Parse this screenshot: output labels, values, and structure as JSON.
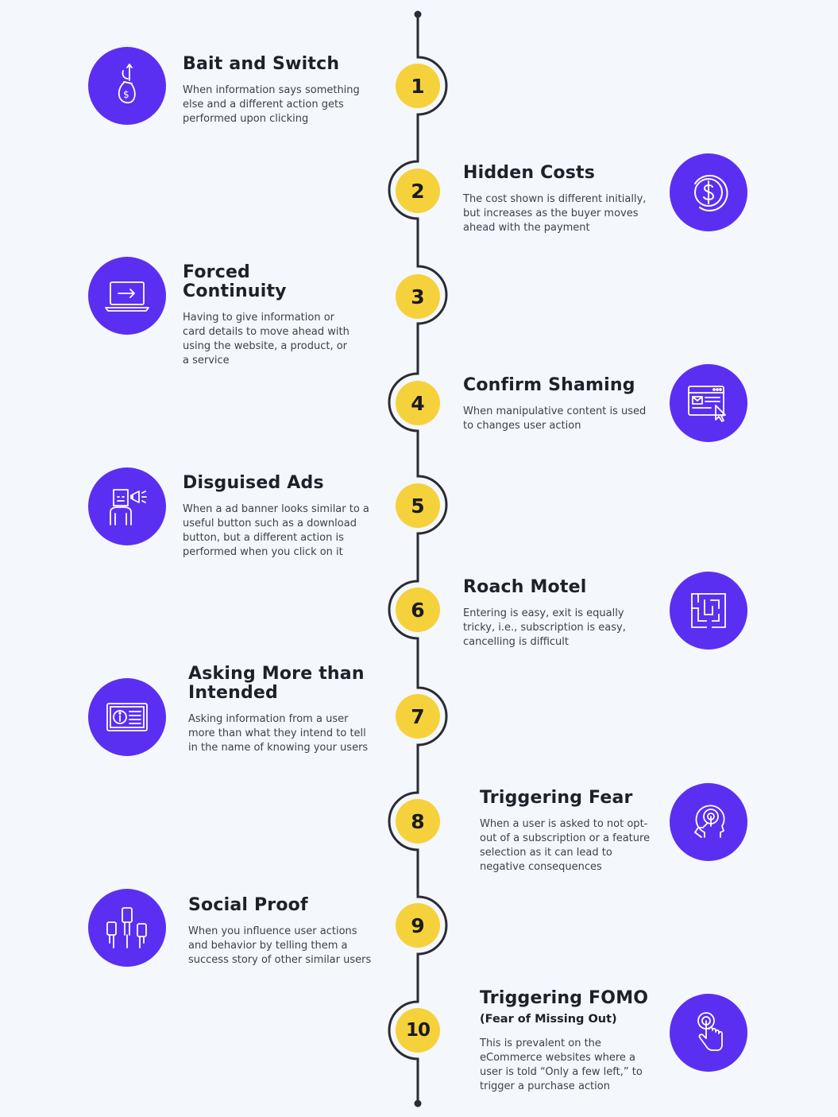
{
  "items": [
    {
      "number": "1",
      "title": "Bait and Switch",
      "description": "When information says something else and a different action gets performed upon clicking",
      "icon": "money-bag-hook-icon"
    },
    {
      "number": "2",
      "title": "Hidden Costs",
      "description": "The cost shown is different initially, but increases as the buyer moves ahead with the payment",
      "icon": "dollar-coin-icon"
    },
    {
      "number": "3",
      "title": "Forced Continuity",
      "description": "Having to give information or card details to move ahead with using the website, a product, or a service",
      "icon": "laptop-arrow-icon"
    },
    {
      "number": "4",
      "title": "Confirm Shaming",
      "description": "When manipulative content is used to changes user action",
      "icon": "browser-window-cursor-icon"
    },
    {
      "number": "5",
      "title": "Disguised Ads",
      "description": "When a ad banner looks similar to a useful button such as a download button, but a different action is performed when you click on it",
      "icon": "masked-person-megaphone-icon"
    },
    {
      "number": "6",
      "title": "Roach Motel",
      "description": "Entering is easy, exit is equally tricky, i.e., subscription is easy, cancelling is difficult",
      "icon": "maze-icon"
    },
    {
      "number": "7",
      "title": "Asking More than Intended",
      "description": "Asking information from a user more than what they intend to tell in the name of knowing your users",
      "icon": "id-card-info-icon"
    },
    {
      "number": "8",
      "title": "Triggering Fear",
      "description": "When a user is asked to not opt-out of a subscription or a feature selection as it can lead to negative consequences",
      "icon": "head-touch-icon"
    },
    {
      "number": "9",
      "title": "Social Proof",
      "description": "When you influence user actions and behavior by telling them a success story of other similar users",
      "icon": "hands-phones-icon"
    },
    {
      "number": "10",
      "title": "Triggering FOMO",
      "subtitle": "(Fear of Missing Out)",
      "description": "This is prevalent on the eCommerce websites where a user is told “Only a few left,” to trigger a purchase action",
      "icon": "finger-tap-icon"
    }
  ],
  "colors": {
    "accent_purple": "#5b2ff2",
    "accent_yellow": "#f5d23c",
    "line": "#2b2b36",
    "background": "#f4f7fb"
  }
}
